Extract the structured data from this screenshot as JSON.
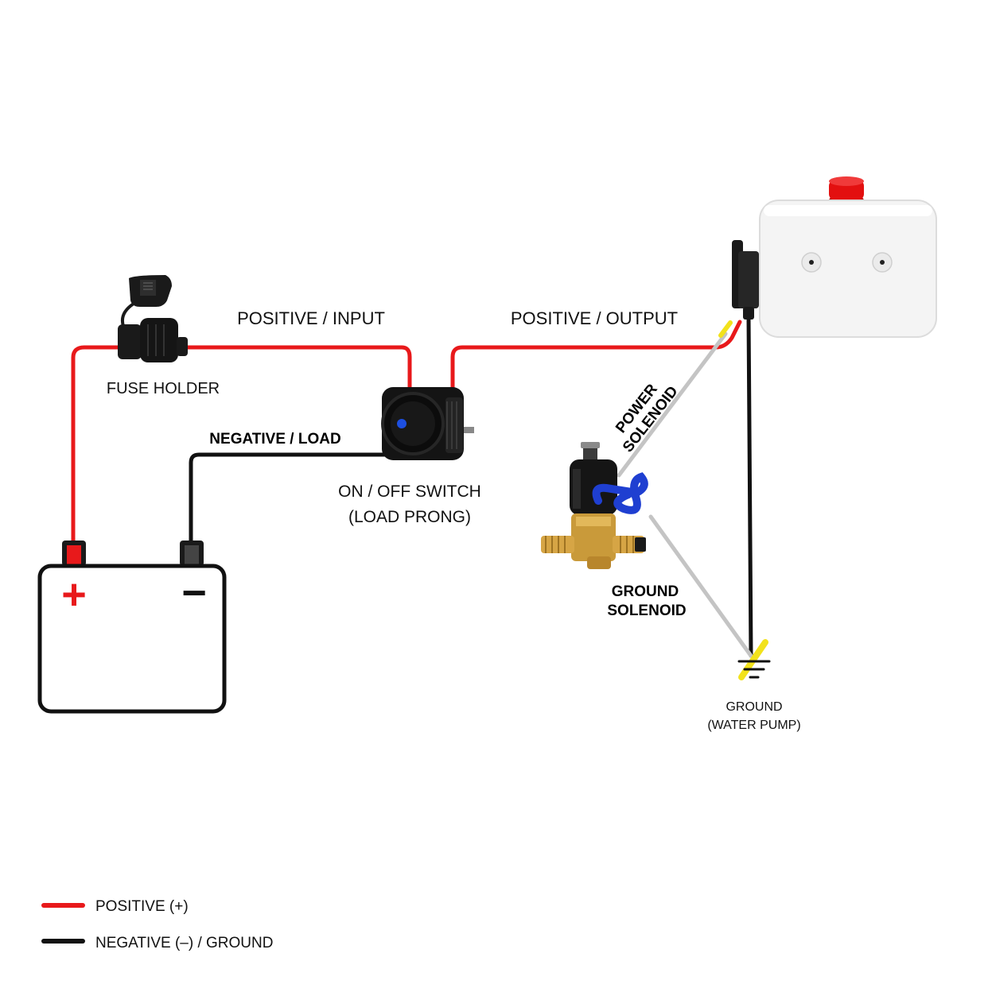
{
  "labels": {
    "fuse_holder": "FUSE HOLDER",
    "positive_input": "POSITIVE / INPUT",
    "positive_output": "POSITIVE / OUTPUT",
    "negative_load": "NEGATIVE / LOAD",
    "switch_line1": "ON / OFF SWITCH",
    "switch_line2": "(LOAD PRONG)",
    "power_solenoid_line1": "POWER",
    "power_solenoid_line2": "SOLENOID",
    "ground_solenoid_line1": "GROUND",
    "ground_solenoid_line2": "SOLENOID",
    "ground_line1": "GROUND",
    "ground_line2": "(WATER PUMP)",
    "battery_plus": "+",
    "battery_minus": "−"
  },
  "legend": [
    {
      "label": "POSITIVE (+)",
      "color": "#e8191b"
    },
    {
      "label": "NEGATIVE (–) / GROUND",
      "color": "#111111"
    }
  ],
  "colors": {
    "positive_wire": "#e8191b",
    "negative_wire": "#111111",
    "solenoid_wire": "#c4c4c4",
    "connector_marker": "#f2e21c",
    "switch_indicator": "#1d4fe0",
    "pump_cap": "#e31010",
    "valve_brass": "#c99a3a",
    "valve_hose": "#1f3fd1"
  },
  "icons": {
    "fuse_holder": "fuse-holder-icon",
    "switch": "rocker-switch-icon",
    "pump": "water-pump-icon",
    "valve": "solenoid-valve-icon",
    "ground": "ground-symbol-icon",
    "battery": "battery-icon"
  }
}
